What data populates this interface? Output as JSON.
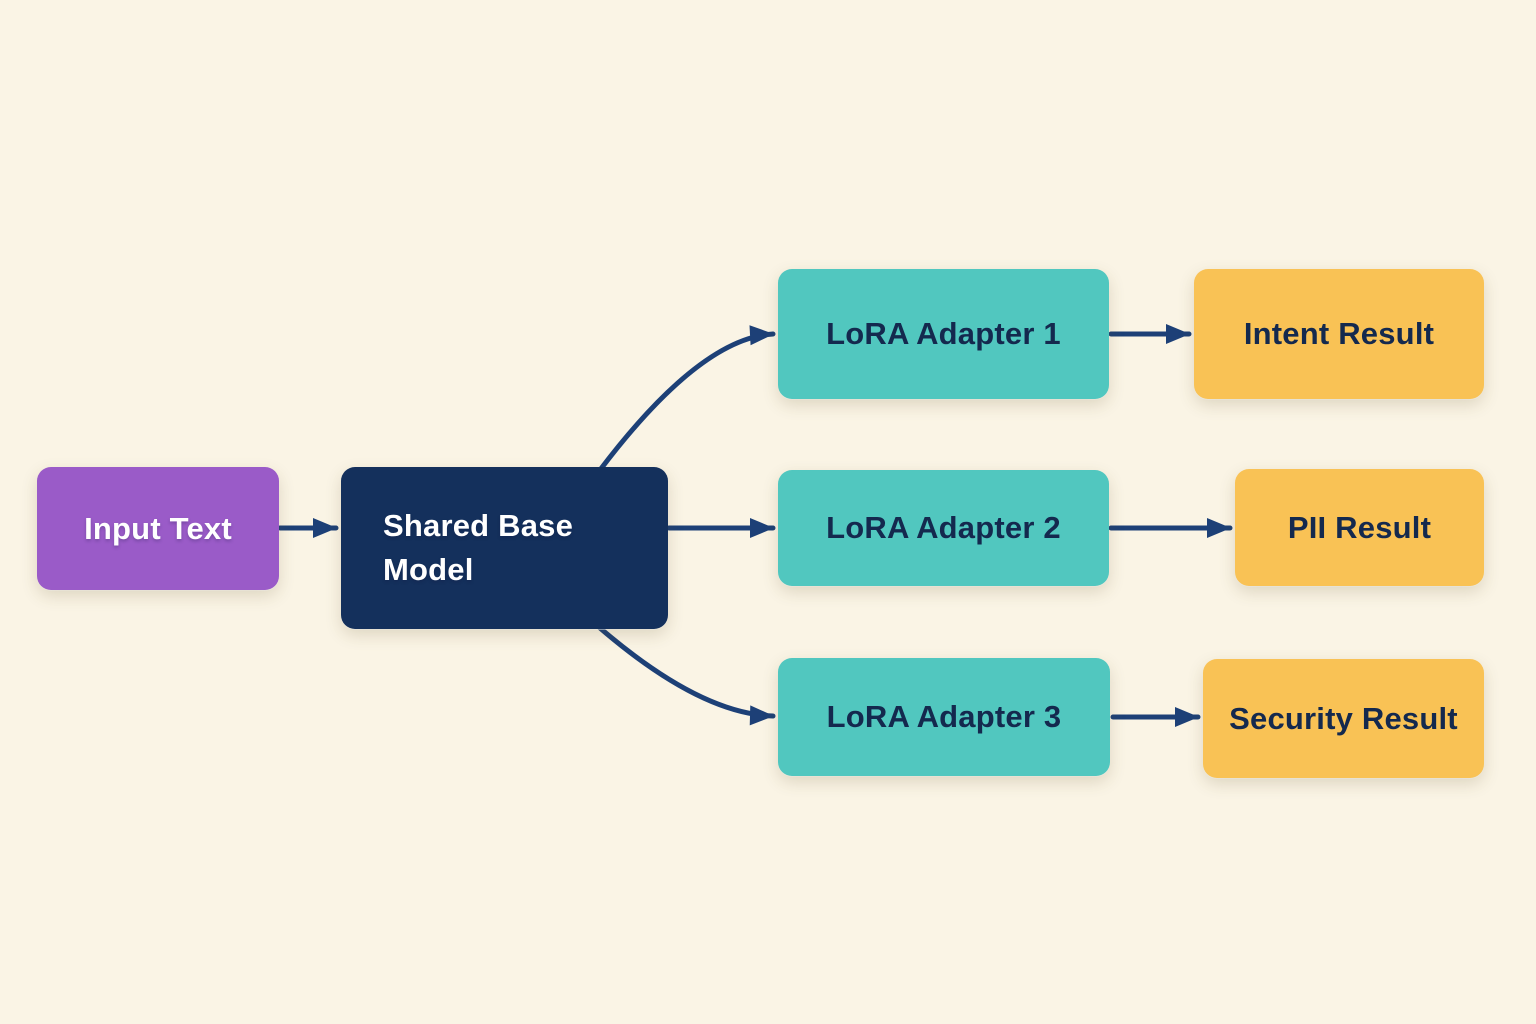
{
  "diagram": {
    "colors": {
      "background": "#faf4e5",
      "arrow": "#1d4077",
      "input_purple": "#9a5bc8",
      "base_navy": "#14305c",
      "adapter_teal": "#51c7bf",
      "result_amber": "#f9c255",
      "text_light": "#ffffff",
      "text_dark": "#14294e"
    },
    "nodes": [
      {
        "id": "input-text",
        "label": "Input Text",
        "bg": "#9a5bc8",
        "fg": "#ffffff"
      },
      {
        "id": "shared-base-model",
        "label": "Shared Base Model",
        "bg": "#14305c",
        "fg": "#ffffff"
      },
      {
        "id": "lora-adapter-1",
        "label": "LoRA Adapter 1",
        "bg": "#51c7bf",
        "fg": "#14294e"
      },
      {
        "id": "intent-result",
        "label": "Intent Result",
        "bg": "#f9c255",
        "fg": "#14294e"
      },
      {
        "id": "lora-adapter-2",
        "label": "LoRA Adapter 2",
        "bg": "#51c7bf",
        "fg": "#14294e"
      },
      {
        "id": "pii-result",
        "label": "PII Result",
        "bg": "#f9c255",
        "fg": "#14294e"
      },
      {
        "id": "lora-adapter-3",
        "label": "LoRA Adapter 3",
        "bg": "#51c7bf",
        "fg": "#14294e"
      },
      {
        "id": "security-result",
        "label": "Security Result",
        "bg": "#f9c255",
        "fg": "#14294e"
      }
    ],
    "edges": [
      {
        "from": "input-text",
        "to": "shared-base-model"
      },
      {
        "from": "shared-base-model",
        "to": "lora-adapter-1"
      },
      {
        "from": "shared-base-model",
        "to": "lora-adapter-2"
      },
      {
        "from": "shared-base-model",
        "to": "lora-adapter-3"
      },
      {
        "from": "lora-adapter-1",
        "to": "intent-result"
      },
      {
        "from": "lora-adapter-2",
        "to": "pii-result"
      },
      {
        "from": "lora-adapter-3",
        "to": "security-result"
      }
    ]
  }
}
